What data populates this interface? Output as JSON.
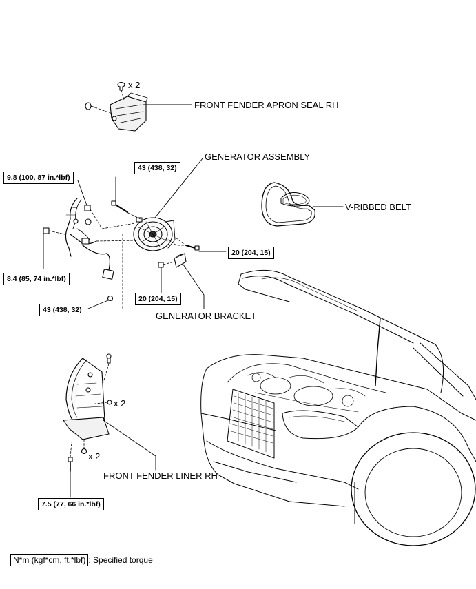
{
  "labels": {
    "front_fender_apron_seal": "FRONT FENDER APRON SEAL RH",
    "generator_assembly": "GENERATOR ASSEMBLY",
    "v_ribbed_belt": "V-RIBBED BELT",
    "generator_bracket": "GENERATOR BRACKET",
    "front_fender_liner": "FRONT FENDER LINER RH"
  },
  "quantities": {
    "apron_seal_clips": "x 2",
    "liner_clips_upper": "x 2",
    "liner_clips_lower": "x 2"
  },
  "torques": {
    "wire_nut": "9.8 (100, 87 in.*lbf)",
    "generator_bolt_top": "43 (438, 32)",
    "bracket_bolt_right": "20 (204, 15)",
    "bracket_nut_lower": "20 (204, 15)",
    "terminal_nut": "8.4 (85, 74 in.*lbf)",
    "generator_bolt_bottom": "43 (438, 32)",
    "liner_screw": "7.5 (77, 66 in.*lbf)"
  },
  "legend": {
    "unit_box": "N*m (kgf*cm, ft.*lbf)",
    "description": ": Specified torque"
  }
}
